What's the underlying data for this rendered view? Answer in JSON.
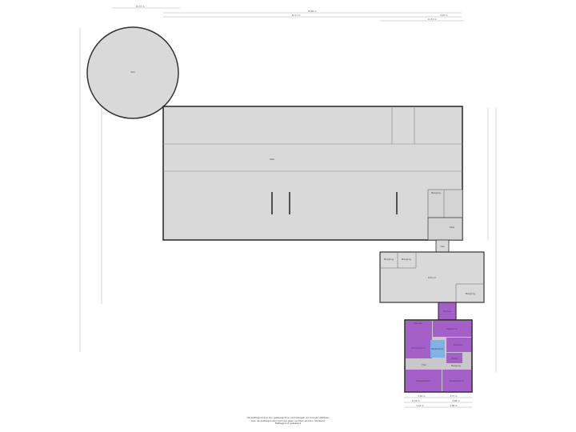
{
  "colors": {
    "floor": "#d9d9d9",
    "wall": "#222222",
    "living": "#a45fc9",
    "bath": "#7fb2e6",
    "hall": "#c8c8c8"
  },
  "dimensions": {
    "top_left": "16,72 m",
    "top_total": "39,68 m",
    "top_a": "32,71 m",
    "top_b": "6,97 m",
    "top_c": "11,74 m",
    "bottom_a": "5,82 m",
    "bottom_b": "4,37 m",
    "bottom_c": "6,19 m",
    "bottom_d": "3,88 m",
    "bottom_e": "5,42 m",
    "bottom_f": "9,88 m"
  },
  "rooms": {
    "silo": "Silo",
    "barn": "Stal",
    "barn_small": "Berging",
    "barn_corner": "Stal",
    "link": "Hal",
    "shed": "Schuur",
    "shed_a": "Berging",
    "shed_b": "Berging",
    "shed_c": "Berging",
    "tower": "Entree",
    "kitchen": "Keuken",
    "living": "Woonkamer",
    "office": "Kantoor",
    "dining": "Eetkamer",
    "bath": "Badkamer",
    "toilet": "Toilet",
    "hall": "Hal",
    "bedroom1": "Slaapkamer",
    "bedroom2": "Slaapkamer",
    "storage": "Berging"
  },
  "footer": [
    "De plattegronden zijn gebaseerd op opmetingen en kunnen afwijken",
    "Aan de plattegronden kunnen geen rechten worden ontleend",
    "Plattegrond getekend"
  ]
}
